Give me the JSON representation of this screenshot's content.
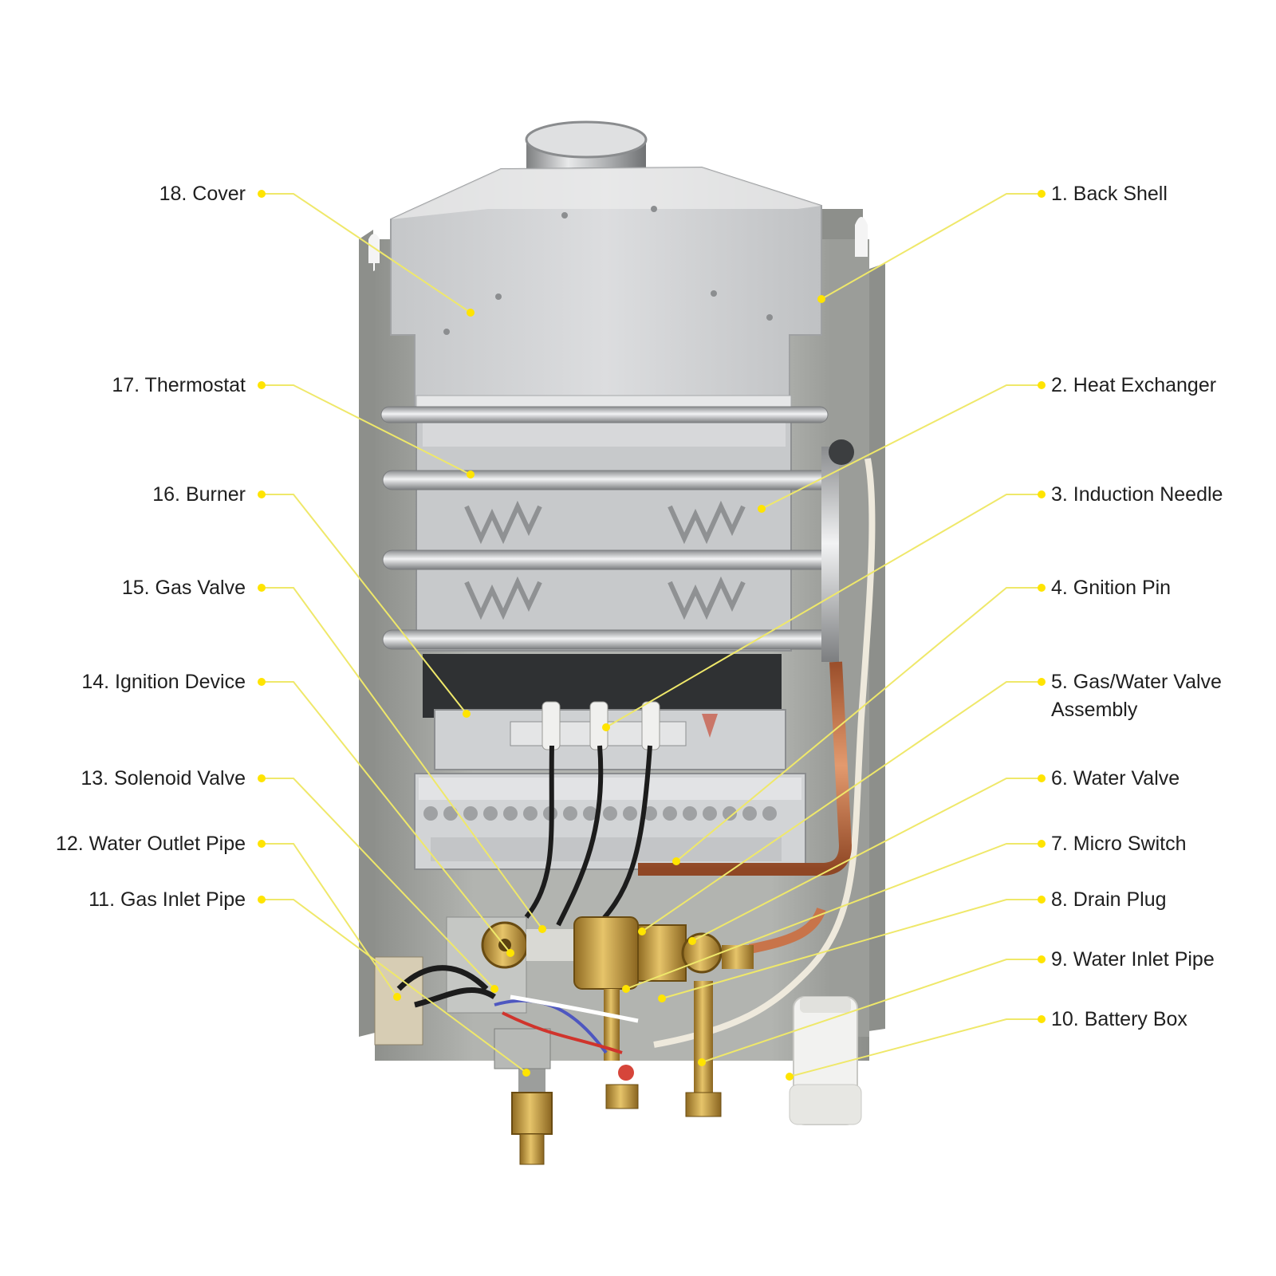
{
  "colors": {
    "leader_line": "#efe86a",
    "leader_dot": "#ffe400",
    "label_text": "#1f1f1f",
    "copper": "#c8744a",
    "brass": "#c9a243",
    "steel": "#c9ccd0",
    "back_panel": "#a8aaa6"
  },
  "labels": {
    "left": [
      {
        "text": "18. Cover"
      },
      {
        "text": "17. Thermostat"
      },
      {
        "text": "16. Burner"
      },
      {
        "text": "15. Gas Valve"
      },
      {
        "text": "14. Ignition Device"
      },
      {
        "text": "13. Solenoid Valve"
      },
      {
        "text": "12. Water Outlet Pipe"
      },
      {
        "text": "11. Gas Inlet Pipe"
      }
    ],
    "right": [
      {
        "text": "1. Back Shell"
      },
      {
        "text": "2. Heat Exchanger"
      },
      {
        "text": "3. Induction Needle"
      },
      {
        "text": "4. Gnition Pin"
      },
      {
        "text": "5. Gas/Water Valve",
        "text2": "Assembly"
      },
      {
        "text": "6. Water Valve"
      },
      {
        "text": "7. Micro Switch"
      },
      {
        "text": "8. Drain Plug"
      },
      {
        "text": "9. Water Inlet Pipe"
      },
      {
        "text": "10. Battery Box"
      }
    ]
  }
}
